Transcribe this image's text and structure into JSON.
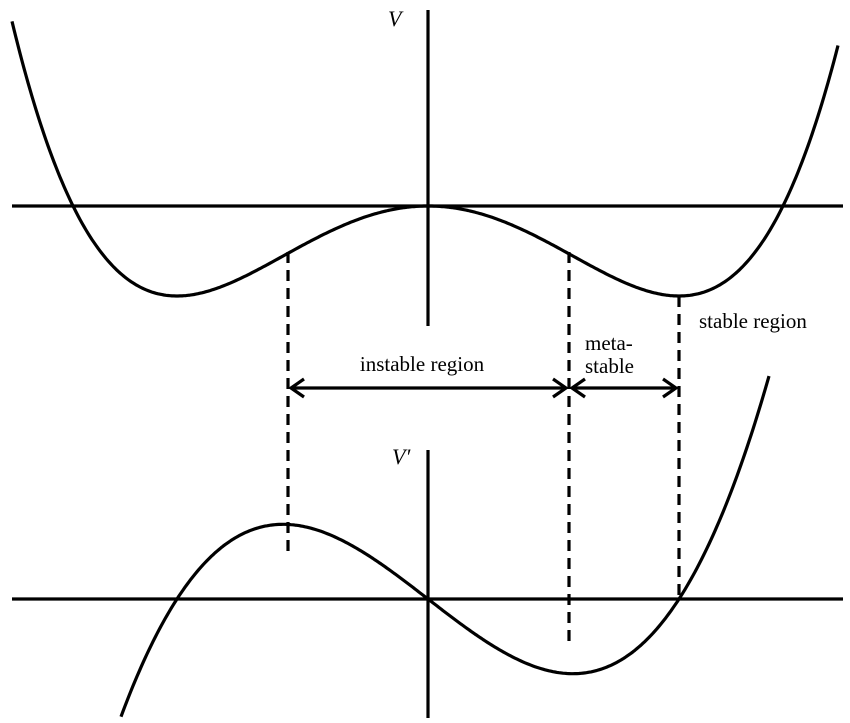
{
  "upper_plot": {
    "axis_label": "V"
  },
  "lower_plot": {
    "axis_label": "V′"
  },
  "regions": {
    "instable": "instable region",
    "metastable_line1": "meta-",
    "metastable_line2": "stable",
    "stable": "stable region"
  },
  "colors": {
    "stroke": "#000000",
    "background": "#ffffff"
  }
}
